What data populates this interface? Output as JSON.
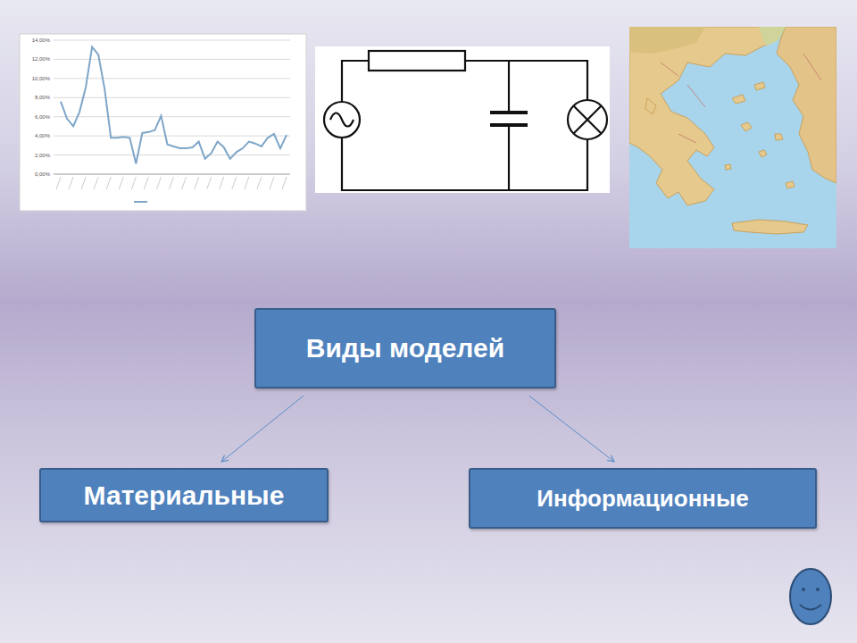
{
  "diagram": {
    "nodes": [
      {
        "text": [
          "Виды моделей"
        ]
      },
      {
        "text": [
          "Материальные"
        ]
      },
      {
        "text": [
          "Информационные"
        ]
      }
    ],
    "edges": [
      {
        "from": 0,
        "to": 1,
        "arrow": "to"
      },
      {
        "from": 0,
        "to": 2,
        "arrow": "to"
      }
    ],
    "labels": [
      "14,00%",
      "12,00%",
      "10,00%",
      "8,00%",
      "6,00%",
      "4,00%",
      "2,00%",
      "0,00%"
    ]
  }
}
